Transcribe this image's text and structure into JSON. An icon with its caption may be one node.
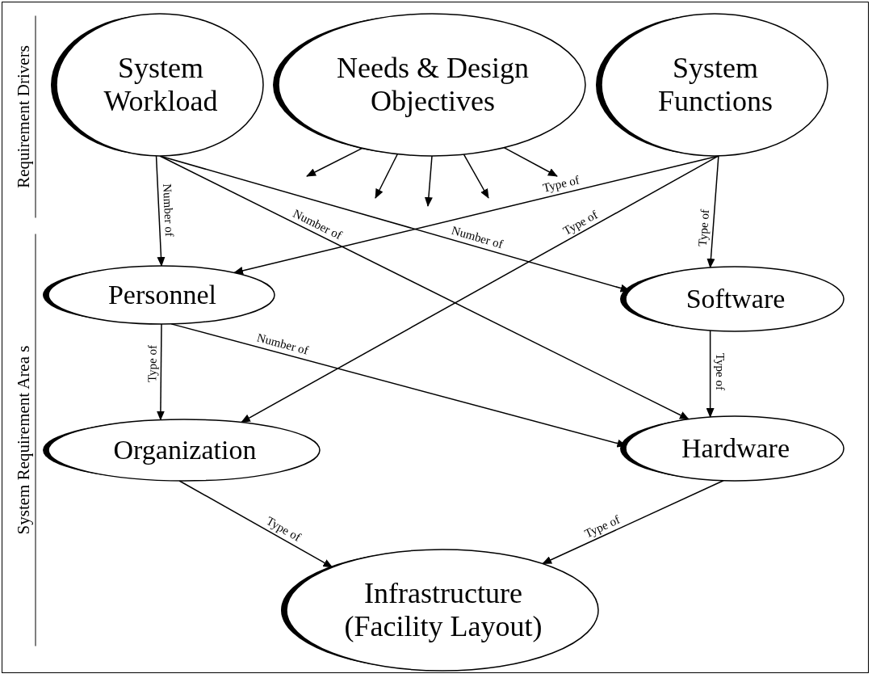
{
  "diagram": {
    "nodes": [
      {
        "text": [
          "System Workload"
        ]
      },
      {
        "text": [
          "Needs & Design Objectives"
        ]
      },
      {
        "text": [
          "System Functions"
        ]
      },
      {
        "text": [
          "Personnel"
        ]
      },
      {
        "text": [
          "Software"
        ]
      },
      {
        "text": [
          "Organization"
        ]
      },
      {
        "text": [
          "Hardware"
        ]
      },
      {
        "text": [
          "Infrastructure (Facility Layout)"
        ]
      }
    ],
    "edges": [
      {
        "from": 0,
        "to": 3,
        "arrow": "to",
        "label": "Number of"
      },
      {
        "from": 0,
        "to": 6,
        "arrow": "to",
        "label": "Number of"
      },
      {
        "from": 0,
        "to": 4,
        "arrow": "to",
        "label": "Number of"
      },
      {
        "from": 1,
        "to": null,
        "arrow": "to"
      },
      {
        "from": 1,
        "to": null,
        "arrow": "to"
      },
      {
        "from": 1,
        "to": null,
        "arrow": "to"
      },
      {
        "from": 1,
        "to": null,
        "arrow": "to"
      },
      {
        "from": 1,
        "to": null,
        "arrow": "to"
      },
      {
        "from": 2,
        "to": 3,
        "arrow": "to",
        "label": "Type of"
      },
      {
        "from": 2,
        "to": 5,
        "arrow": "to",
        "label": "Type of"
      },
      {
        "from": 2,
        "to": 4,
        "arrow": "to",
        "label": "Type of"
      },
      {
        "from": 3,
        "to": 5,
        "arrow": "to",
        "label": "Type of"
      },
      {
        "from": 3,
        "to": 6,
        "arrow": "to",
        "label": "Number of"
      },
      {
        "from": 4,
        "to": 6,
        "arrow": "to",
        "label": "Type of"
      },
      {
        "from": 5,
        "to": 7,
        "arrow": "to",
        "label": "Type of"
      },
      {
        "from": 6,
        "to": 7,
        "arrow": "to",
        "label": "Type of"
      }
    ],
    "labels": [
      "Requirement Drivers",
      "System Requirement Area s"
    ]
  }
}
